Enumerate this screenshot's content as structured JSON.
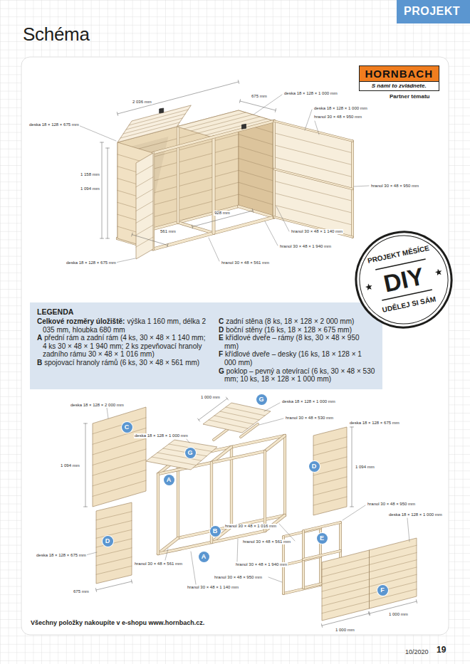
{
  "diagram": {
    "title": "Schéma",
    "nodes": [
      {
        "text": [
          "PROJEKT"
        ]
      },
      {
        "text": [
          "HORNBACH",
          "S námi to zvládnete."
        ]
      },
      {
        "text": [
          "PROJEKT MĚSÍCE",
          "DIY",
          "UDĚLEJ SI SÁM"
        ]
      },
      {
        "text": [
          "LEGENDA",
          "Celkové rozměry úložiště:",
          "výška 1 160 mm, délka 2 035 mm, hloubka 680 mm",
          "A",
          "přední rám a zadní rám (4 ks, 30 × 48 × 1 140 mm; 4 ks 30 × 48 × 1 940 mm; 2 ks zpevňovací hranoly zadního rámu 30 × 48 × 1 016 mm)",
          "B",
          "spojovací hranoly rámů (6 ks, 30 × 48 × 561 mm)",
          "C",
          "zadní stěna (8 ks, 18 × 128 × 2 000 mm)",
          "D",
          "boční stěny (16 ks, 18 × 128 × 675 mm)",
          "E",
          "křídlové dveře – rámy (8 ks, 30 × 48 × 950 mm)",
          "F",
          "křídlové dveře – desky (16 ks, 18 × 128 × 1 000 mm)",
          "G",
          "poklop – pevný a otevírací (6 ks, 30 × 48 × 530 mm; 10 ks, 18 × 128 × 1 000 mm)"
        ]
      },
      {
        "text": [
          "G"
        ]
      },
      {
        "text": [
          "C"
        ]
      },
      {
        "text": [
          "G"
        ]
      },
      {
        "text": [
          "D"
        ]
      },
      {
        "text": [
          "A"
        ]
      },
      {
        "text": [
          "B"
        ]
      },
      {
        "text": [
          "E"
        ]
      },
      {
        "text": [
          "D"
        ]
      },
      {
        "text": [
          "A"
        ]
      },
      {
        "text": [
          "F"
        ]
      }
    ],
    "labels": [
      "Partner tématu",
      "deska 18 × 128 × 1 000 mm",
      "675 mm",
      "deska 18 × 128 × 1 000 mm",
      "hranol 30 × 48 × 950 mm",
      "2 036 mm",
      "deska 18 × 128 × 675 mm",
      "1 158 mm",
      "1 094 mm",
      "hranol 30 × 48 × 950 mm",
      "928 mm",
      "561 mm",
      "hranol 30 × 48 × 1 140 mm",
      "hranol 30 × 48 × 1 940 mm",
      "hranol 30 × 48 × 561 mm",
      "deska 18 × 128 × 675 mm",
      "deska 18 × 128 × 2 000 mm",
      "1 000 mm",
      "deska 18 × 128 × 1 000 mm",
      "hranol 30 × 48 × 530 mm",
      "deska 18 × 128 × 1 000 mm",
      "deska 18 × 128 × 675 mm",
      "1 094 mm",
      "1 094 mm",
      "hranol 30 × 48 × 950 mm",
      "deska 18 × 128 × 1 000 mm",
      "hranol 30 × 48 × 1 016 mm",
      "hranol 30 × 48 × 561 mm",
      "deska 18 × 128 × 675 mm",
      "hranol 30 × 48 × 561 mm",
      "hranol 30 × 48 × 1 940 mm",
      "hranol 30 × 48 × 950 mm",
      "675 mm",
      "hranol 30 × 48 × 1 140 mm",
      "1 000 mm",
      "1 000 mm",
      "Všechny položky nakoupíte v e-shopu www.hornbach.cz.",
      "10/2020",
      "19"
    ]
  }
}
